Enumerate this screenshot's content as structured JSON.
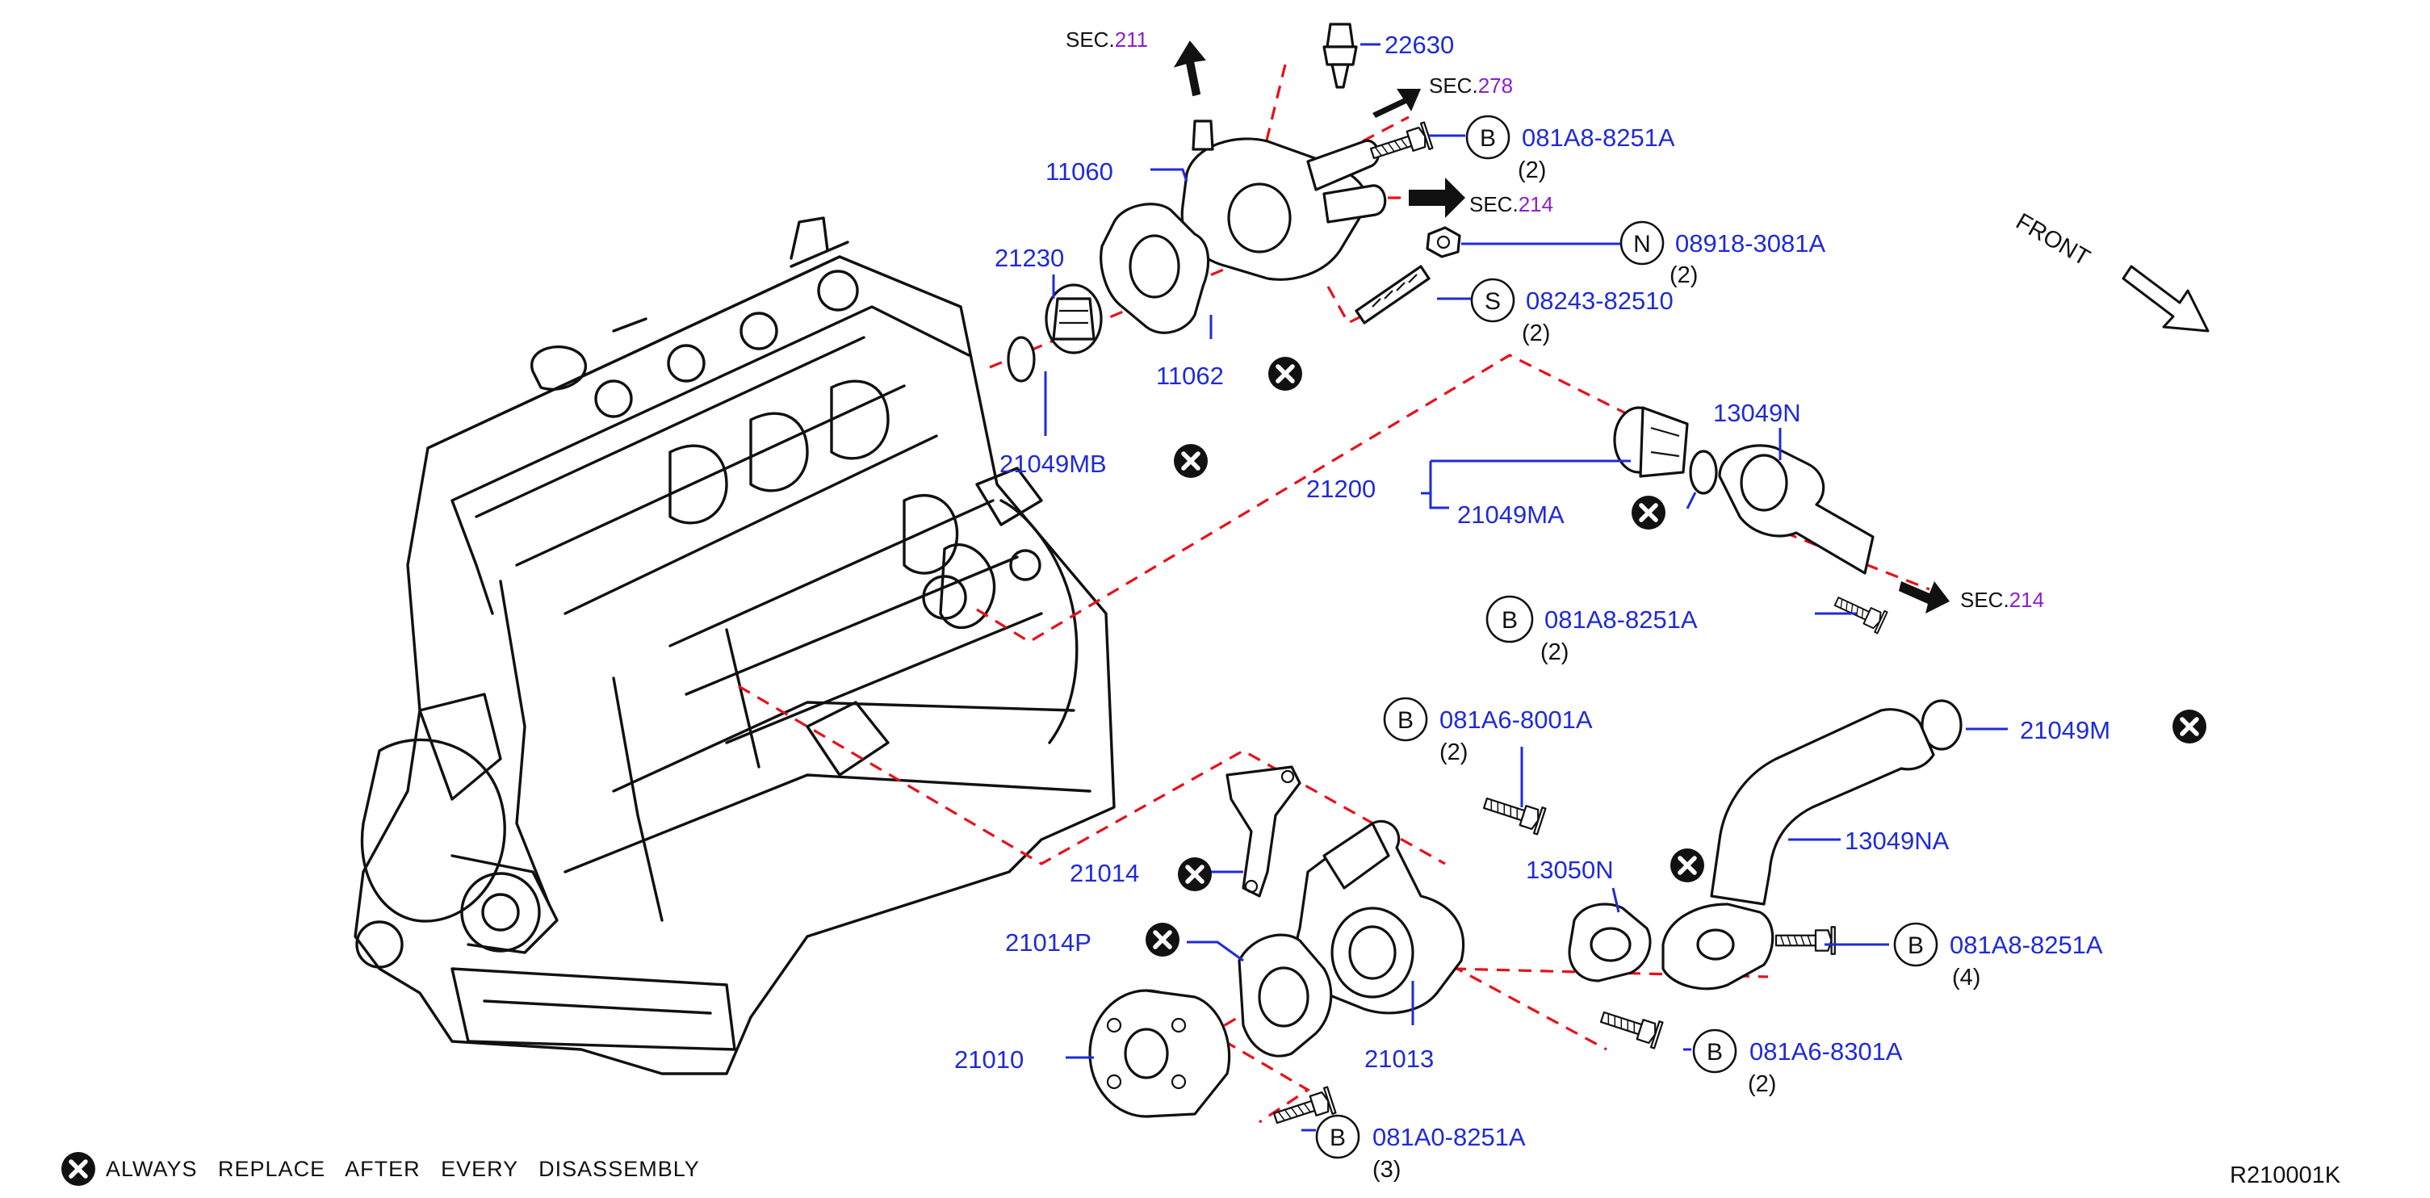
{
  "sections": {
    "sec211": {
      "prefix": "SEC.",
      "num": "211"
    },
    "sec278": {
      "prefix": "SEC.",
      "num": "278"
    },
    "sec214_top": {
      "prefix": "SEC.",
      "num": "214"
    },
    "sec214_right": {
      "prefix": "SEC.",
      "num": "214"
    }
  },
  "parts": {
    "p22630": "22630",
    "p11060": "11060",
    "p21230": "21230",
    "p11062": "11062",
    "p21049MB": "21049MB",
    "p21200": "21200",
    "p21049MA": "21049MA",
    "p13049N": "13049N",
    "p21049M": "21049M",
    "p13049NA": "13049NA",
    "p13050N": "13050N",
    "p21014": "21014",
    "p21014P": "21014P",
    "p21013": "21013",
    "p21010": "21010"
  },
  "fasteners": {
    "f1": {
      "letter": "B",
      "code": "081A8-8251A",
      "qty": "(2)"
    },
    "f2": {
      "letter": "N",
      "code": "08918-3081A",
      "qty": "(2)"
    },
    "f3": {
      "letter": "S",
      "code": "08243-82510",
      "qty": "(2)"
    },
    "f4": {
      "letter": "B",
      "code": "081A8-8251A",
      "qty": "(2)"
    },
    "f5": {
      "letter": "B",
      "code": "081A6-8001A",
      "qty": "(2)"
    },
    "f6": {
      "letter": "B",
      "code": "081A8-8251A",
      "qty": "(4)"
    },
    "f7": {
      "letter": "B",
      "code": "081A6-8301A",
      "qty": "(2)"
    },
    "f8": {
      "letter": "B",
      "code": "081A0-8251A",
      "qty": "(3)"
    }
  },
  "front_label": "FRONT",
  "legend": {
    "text": "ALWAYS   REPLACE   AFTER   EVERY   DISASSEMBLY",
    "symbol": "x-circle-icon"
  },
  "diagram_id": "R210001K",
  "colors": {
    "part_label": "#1f2bd6",
    "section_number": "#8a1fd0",
    "leader_dash": "#e8101a"
  }
}
